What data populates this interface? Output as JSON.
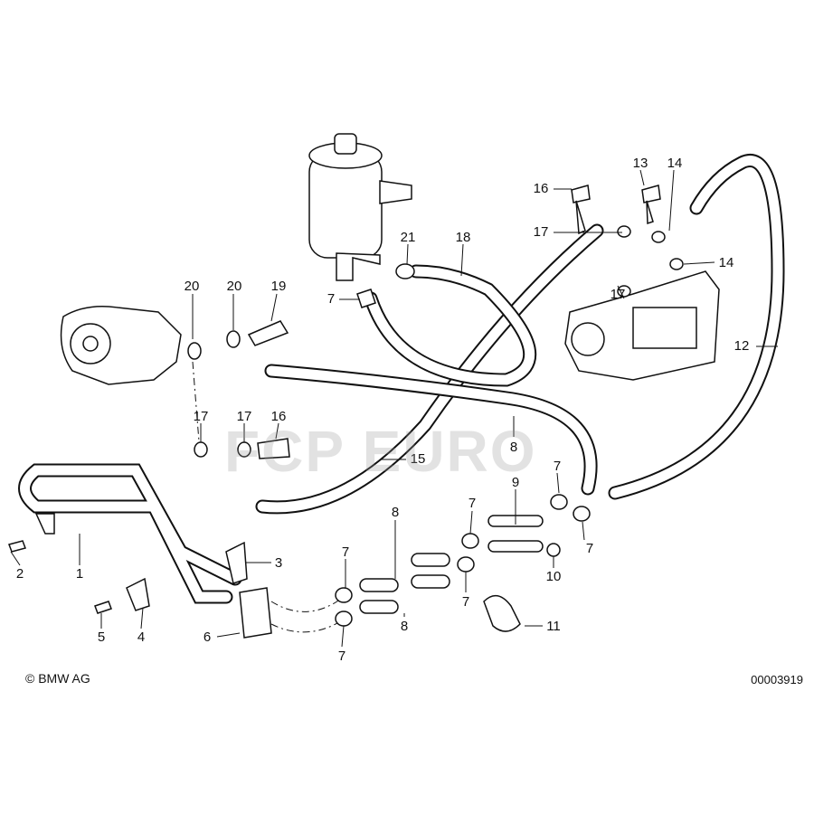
{
  "diagram": {
    "watermark": "FCP EURO",
    "copyright": "© BMW AG",
    "part_number": "00003919",
    "callouts": [
      "20",
      "20",
      "19",
      "21",
      "18",
      "7",
      "16",
      "17",
      "13",
      "14",
      "14",
      "17",
      "12",
      "17",
      "17",
      "16",
      "15",
      "8",
      "9",
      "7",
      "7",
      "7",
      "8",
      "7",
      "7",
      "10",
      "8",
      "11",
      "7",
      "1",
      "2",
      "3",
      "4",
      "5",
      "6"
    ]
  }
}
